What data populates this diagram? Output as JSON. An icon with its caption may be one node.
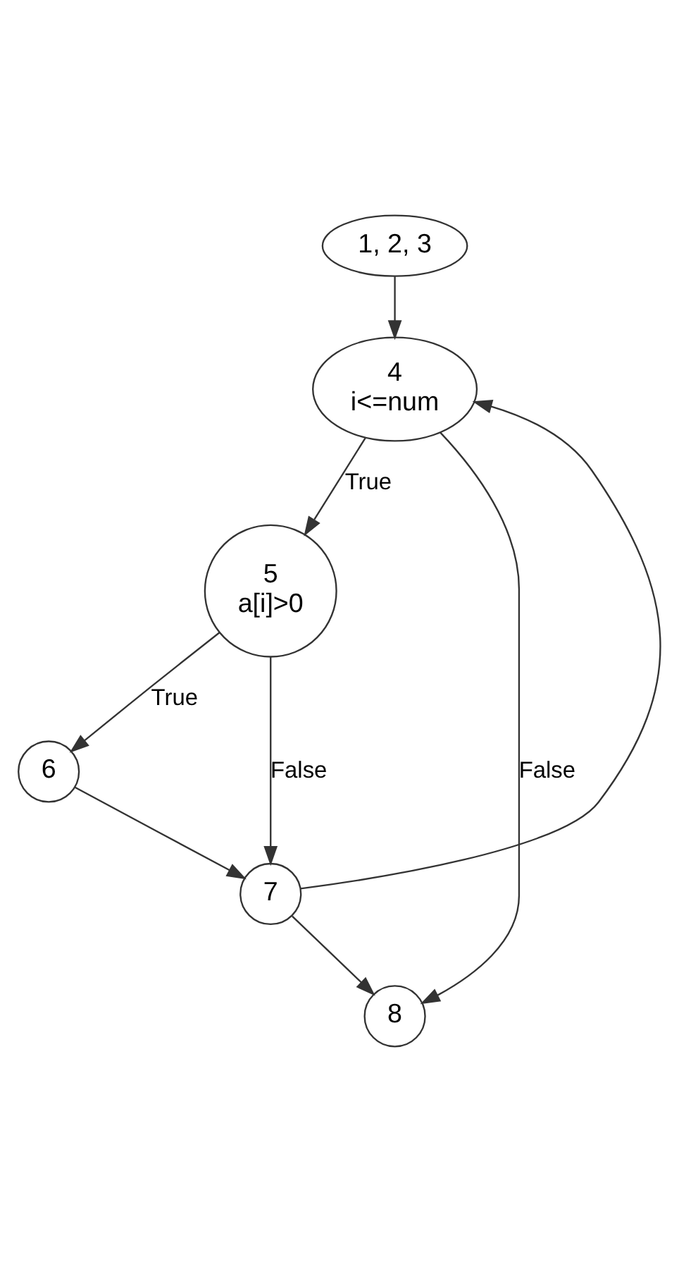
{
  "diagram": {
    "nodes": [
      {
        "text": [
          "1, 2, 3"
        ]
      },
      {
        "text": [
          "4",
          "i<=num"
        ]
      },
      {
        "text": [
          "5",
          "a[i]>0"
        ]
      },
      {
        "text": [
          "6"
        ]
      },
      {
        "text": [
          "7"
        ]
      },
      {
        "text": [
          "8"
        ]
      }
    ],
    "edges": [
      {
        "from": 0,
        "to": 1,
        "arrow": "to"
      },
      {
        "from": 1,
        "to": 2,
        "arrow": "to",
        "label": "True"
      },
      {
        "from": 1,
        "to": 5,
        "arrow": "to",
        "label": "False"
      },
      {
        "from": 2,
        "to": 3,
        "arrow": "to",
        "label": "True"
      },
      {
        "from": 2,
        "to": 4,
        "arrow": "to",
        "label": "False"
      },
      {
        "from": 3,
        "to": 4,
        "arrow": "to"
      },
      {
        "from": 4,
        "to": 1,
        "arrow": "to"
      },
      {
        "from": 4,
        "to": 5,
        "arrow": "to"
      }
    ]
  }
}
